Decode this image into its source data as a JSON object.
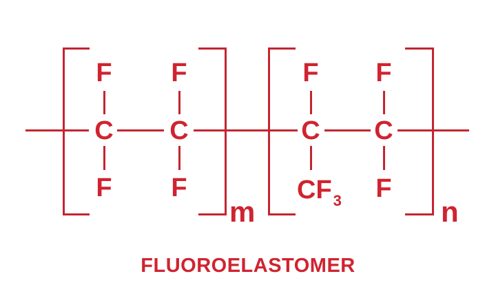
{
  "palette": {
    "letter_red": "#d02330",
    "line_red": "#c22531",
    "background": "#ffffff"
  },
  "diagram": {
    "type": "chemical-structure",
    "caption": "FLUOROELASTOMER",
    "unit_m": {
      "repeat_label": "m",
      "carbon1": {
        "symbol": "C",
        "top": "F",
        "bottom": "F"
      },
      "carbon2": {
        "symbol": "C",
        "top": "F",
        "bottom": "F"
      }
    },
    "unit_n": {
      "repeat_label": "n",
      "carbon1": {
        "symbol": "C",
        "top": "F",
        "bottom_base": "CF",
        "bottom_subscript": "3"
      },
      "carbon2": {
        "symbol": "C",
        "top": "F",
        "bottom": "F"
      }
    }
  }
}
